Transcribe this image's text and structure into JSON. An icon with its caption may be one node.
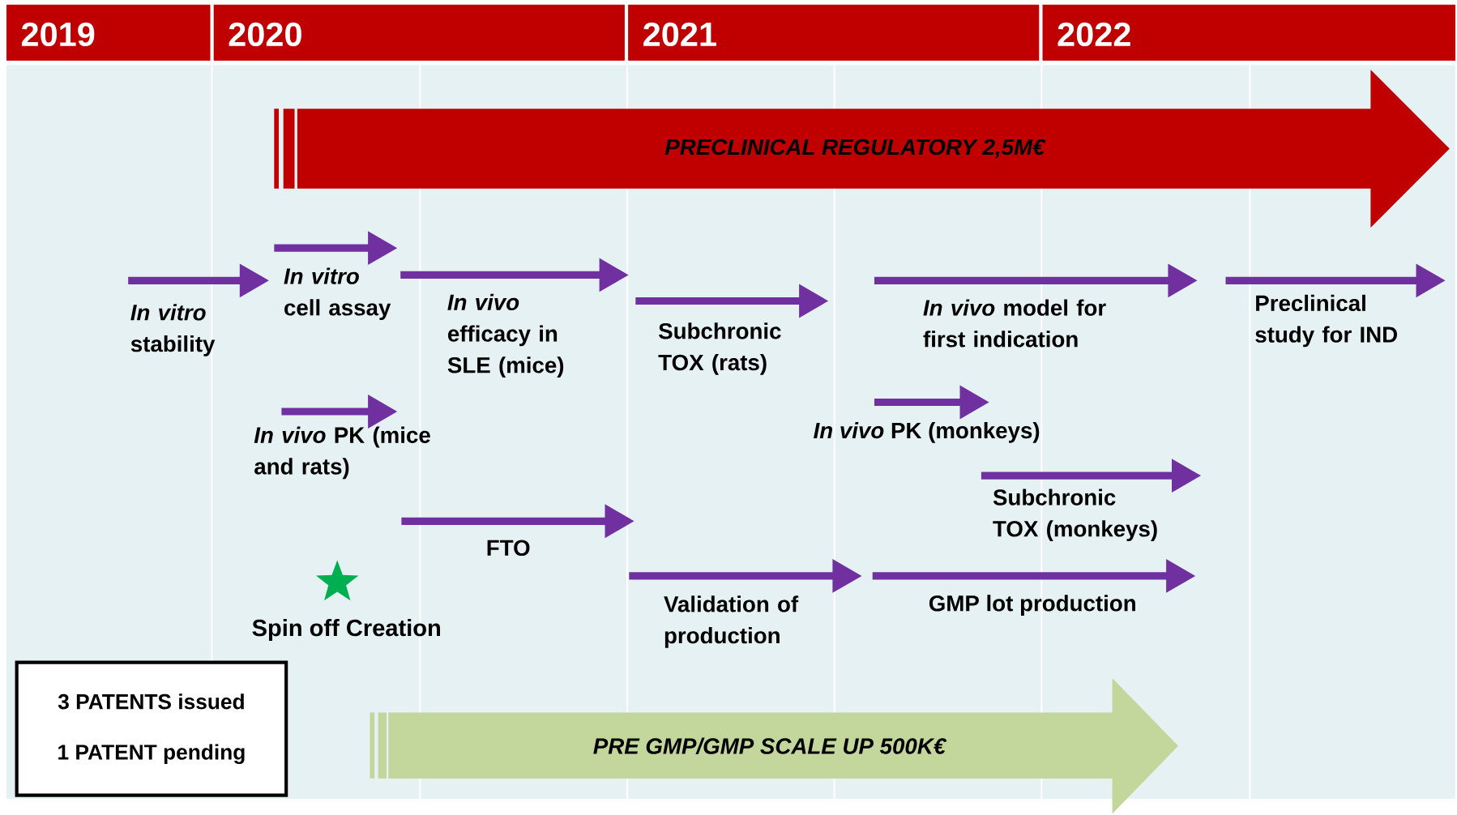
{
  "diagram": {
    "nodes": [
      {
        "text": [
          "2019"
        ]
      },
      {
        "text": [
          "2020"
        ]
      },
      {
        "text": [
          "2021"
        ]
      },
      {
        "text": [
          "2022"
        ]
      },
      {
        "text": [
          "PRECLINICAL REGULATORY 2,5M€"
        ]
      },
      {
        "text": [],
        "shape": "arrow",
        "beside": [
          "*In vitro* stability"
        ]
      },
      {
        "text": [],
        "shape": "arrow",
        "beside": [
          "*In vitro* cell assay"
        ]
      },
      {
        "text": [],
        "shape": "arrow",
        "beside": [
          "*In vivo* efficacy in SLE (mice)"
        ]
      },
      {
        "text": [],
        "shape": "arrow",
        "beside": [
          "Subchronic TOX (rats)"
        ]
      },
      {
        "text": [],
        "shape": "arrow",
        "beside": [
          "*In vivo* model for first indication"
        ]
      },
      {
        "text": [],
        "shape": "arrow",
        "beside": [
          "Preclinical study for IND"
        ]
      },
      {
        "text": [],
        "shape": "arrow",
        "beside": [
          "*In vivo* PK (mice and rats)"
        ]
      },
      {
        "text": [],
        "shape": "arrow",
        "beside": [
          "*In vivo* PK (monkeys)"
        ]
      },
      {
        "text": [],
        "shape": "arrow",
        "beside": [
          "Subchronic TOX (monkeys)"
        ]
      },
      {
        "text": [],
        "shape": "arrow",
        "beside": [
          "FTO"
        ]
      },
      {
        "text": [],
        "shape": "arrow",
        "beside": [
          "Validation of production"
        ]
      },
      {
        "text": [],
        "shape": "arrow",
        "beside": [
          "GMP lot production"
        ]
      },
      {
        "text": [],
        "shape": "star",
        "beside": [
          "Spin off Creation"
        ]
      },
      {
        "text": [
          "PRE GMP/GMP SCALE UP 500K€"
        ]
      },
      {
        "text": [
          "3 PATENTS issued",
          "1 PATENT pending"
        ]
      }
    ]
  }
}
